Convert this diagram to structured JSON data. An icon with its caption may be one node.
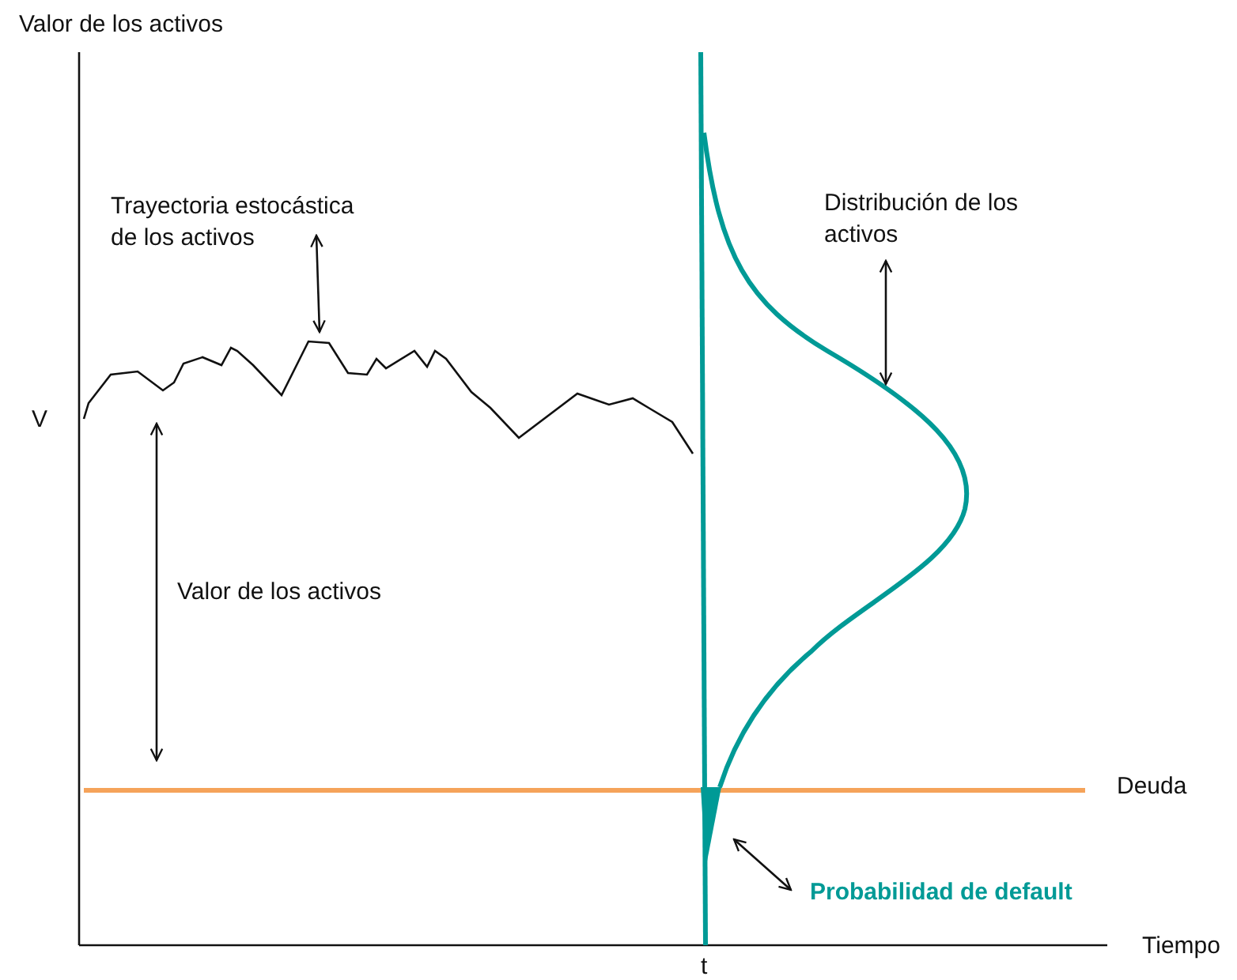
{
  "diagram": {
    "nodes": [
      {
        "text": [
          "Trayectoria estocástica de los activos"
        ]
      },
      {
        "text": [],
        "shape": "line"
      },
      {
        "text": [
          "Distribución de los activos"
        ]
      },
      {
        "text": [],
        "shape": "curve"
      },
      {
        "text": [
          "Probabilidad de default"
        ]
      },
      {
        "text": [],
        "shape": "area"
      }
    ],
    "edges": [
      {
        "from": 0,
        "to": 1,
        "arrow": "both"
      },
      {
        "from": 2,
        "to": 3,
        "arrow": "both"
      },
      {
        "from": 4,
        "to": 5,
        "arrow": "both"
      }
    ],
    "labels": [
      "Valor de los activos",
      "V",
      "Valor de los activos",
      "Deuda",
      "t",
      "Tiempo"
    ]
  }
}
